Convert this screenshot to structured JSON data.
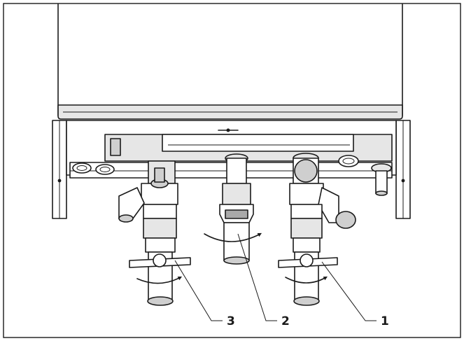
{
  "figure": {
    "callouts": [
      "1",
      "2",
      "3"
    ]
  },
  "colors": {
    "line": "#1a1a1a",
    "shade_light": "#e6e6e6",
    "shade_mid": "#cfcfcf",
    "shade_dark": "#a9a9a9",
    "background": "#ffffff"
  }
}
